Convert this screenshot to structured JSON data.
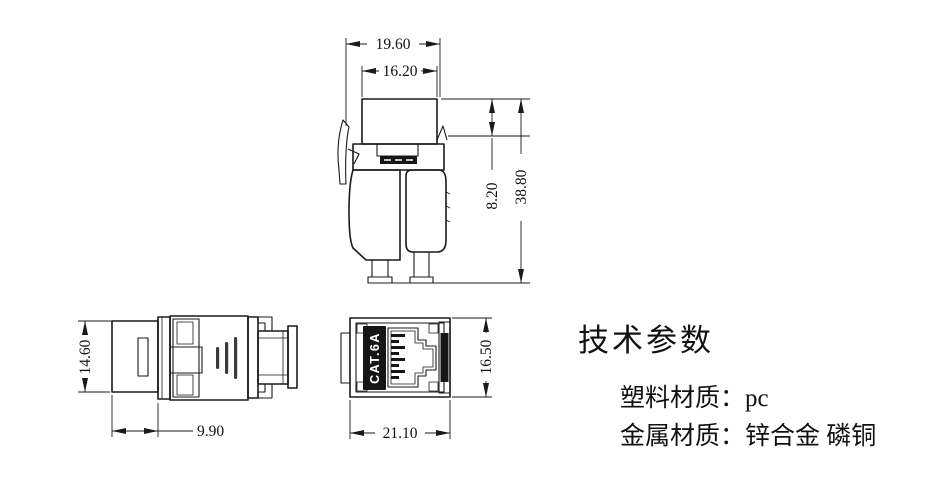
{
  "drawing": {
    "colors": {
      "line": "#1a1a1a",
      "label_bg": "#161616",
      "label_fg": "#ffffff",
      "background": "#ffffff"
    },
    "views": {
      "side_elevation": {
        "dims": {
          "width_outer": "19.60",
          "width_inner": "16.20",
          "depth_top": "8.20",
          "height_total": "38.80"
        }
      },
      "side_profile": {
        "dims": {
          "height": "14.60",
          "rear_width": "9.90"
        }
      },
      "front": {
        "label": "CAT.6A",
        "dims": {
          "width": "21.10",
          "height": "16.50"
        }
      }
    }
  },
  "specs": {
    "title": "技术参数",
    "items": [
      {
        "label": "塑料材质：",
        "value": "pc"
      },
      {
        "label": "金属材质：",
        "value": "锌合金 磷铜"
      }
    ]
  }
}
